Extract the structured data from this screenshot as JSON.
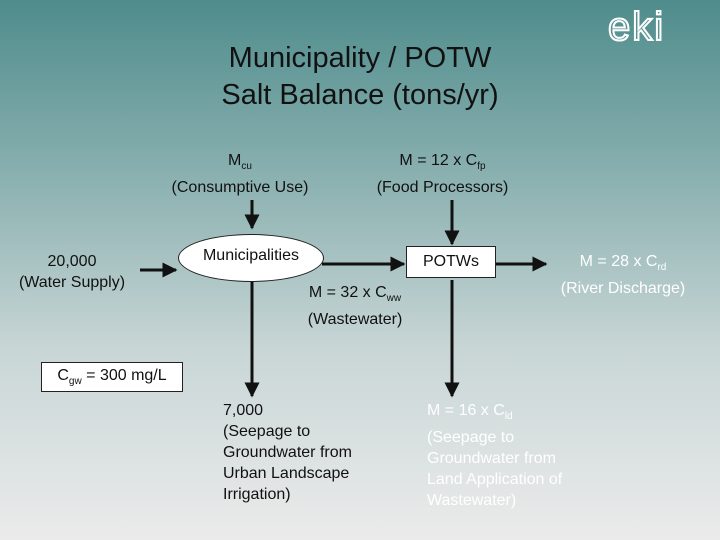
{
  "logo": {
    "text": "eki",
    "color": "#ffffff"
  },
  "title": {
    "line1": "Municipality / POTW",
    "line2": "Salt Balance (tons/yr)"
  },
  "consumptive": {
    "symbol": "M",
    "sub": "cu",
    "label": "(Consumptive Use)"
  },
  "food": {
    "prefix": "M = 12 x C",
    "sub": "fp",
    "label": "(Food Processors)"
  },
  "water_supply": {
    "value": "20,000",
    "label": "(Water Supply)"
  },
  "municipalities": {
    "label": "Municipalities"
  },
  "potws": {
    "label": "POTWs"
  },
  "wastewater": {
    "prefix": "M = 32 x C",
    "sub": "ww",
    "label": "(Wastewater)"
  },
  "river": {
    "prefix": "M = 28 x C",
    "sub": "rd",
    "label": "(River Discharge)"
  },
  "cgw": {
    "prefix": "C",
    "sub": "gw",
    "suffix": " = 300 mg/L"
  },
  "seepage_urban": {
    "line1": "7,000",
    "line2": "(Seepage to",
    "line3": "Groundwater from",
    "line4": "Urban Landscape",
    "line5": "Irrigation)"
  },
  "seepage_land": {
    "prefix": "M = 16 x C",
    "sub": "ld",
    "line2": "(Seepage to",
    "line3": "Groundwater from",
    "line4": "Land Application of",
    "line5": "Wastewater)"
  },
  "colors": {
    "background_top": "#4f8c8c",
    "background_bottom": "#ebebeb",
    "arrow": "#111111",
    "box_fill": "#ffffff"
  }
}
